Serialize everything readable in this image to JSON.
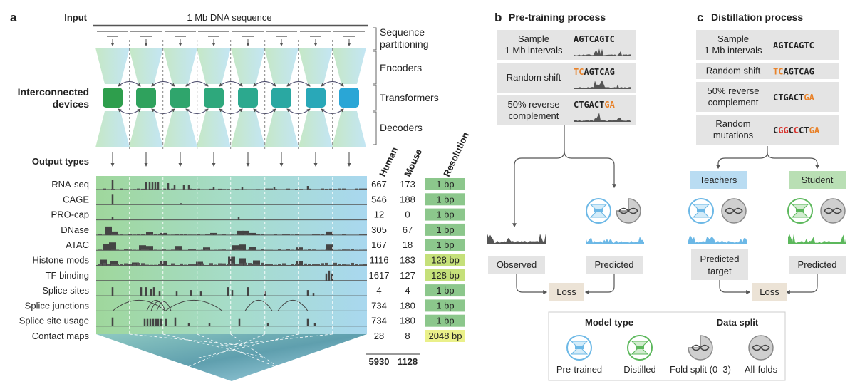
{
  "panel_a": {
    "letter": "a",
    "input_label": "Input",
    "dna_label": "1 Mb DNA sequence",
    "stages": [
      "Sequence",
      "partitioning",
      "Encoders",
      "Transformers",
      "Decoders"
    ],
    "devices_label": [
      "Interconnected",
      "devices"
    ],
    "device_colors": [
      "#2e9e4c",
      "#2fa25d",
      "#2fa56c",
      "#2ea87c",
      "#2ca98e",
      "#2aa8a2",
      "#29a8b8",
      "#2aa6d6"
    ],
    "output_types_label": "Output types",
    "col_headers": [
      "Human",
      "Mouse",
      "Resolution"
    ],
    "rows": [
      {
        "name": "RNA-seq",
        "human": "667",
        "mouse": "173",
        "res": "1 bp"
      },
      {
        "name": "CAGE",
        "human": "546",
        "mouse": "188",
        "res": "1 bp"
      },
      {
        "name": "PRO-cap",
        "human": "12",
        "mouse": "0",
        "res": "1 bp"
      },
      {
        "name": "DNase",
        "human": "305",
        "mouse": "67",
        "res": "1 bp"
      },
      {
        "name": "ATAC",
        "human": "167",
        "mouse": "18",
        "res": "1 bp"
      },
      {
        "name": "Histone mods",
        "human": "1116",
        "mouse": "183",
        "res": "128 bp"
      },
      {
        "name": "TF binding",
        "human": "1617",
        "mouse": "127",
        "res": "128 bp"
      },
      {
        "name": "Splice sites",
        "human": "4",
        "mouse": "4",
        "res": "1 bp"
      },
      {
        "name": "Splice junctions",
        "human": "734",
        "mouse": "180",
        "res": "1 bp"
      },
      {
        "name": "Splice site usage",
        "human": "734",
        "mouse": "180",
        "res": "1 bp"
      },
      {
        "name": "Contact maps",
        "human": "28",
        "mouse": "8",
        "res": "2048 bp"
      }
    ],
    "totals": {
      "human": "5930",
      "mouse": "1128"
    },
    "res_colors": {
      "1 bp": "#8cc78c",
      "128 bp": "#c5e07a",
      "2048 bp": "#eaf08a"
    }
  },
  "panel_b": {
    "letter": "b",
    "title": "Pre-training process",
    "steps": [
      {
        "label": [
          "Sample",
          "1 Mb intervals"
        ],
        "seq": [
          {
            "t": "AGTCAGTC",
            "c": "#222"
          }
        ]
      },
      {
        "label": [
          "Random shift"
        ],
        "seq": [
          {
            "t": "TC",
            "c": "#e8822a"
          },
          {
            "t": "AGTCAG",
            "c": "#222"
          }
        ]
      },
      {
        "label": [
          "50% reverse",
          "complement"
        ],
        "seq": [
          {
            "t": "CTGACT",
            "c": "#222"
          },
          {
            "t": "GA",
            "c": "#e8822a"
          }
        ]
      }
    ],
    "observed_label": "Observed",
    "predicted_label": "Predicted",
    "loss_label": "Loss"
  },
  "panel_c": {
    "letter": "c",
    "title": "Distillation process",
    "steps": [
      {
        "label": [
          "Sample",
          "1 Mb intervals"
        ],
        "seq": [
          {
            "t": "AGTCAGTC",
            "c": "#222"
          }
        ]
      },
      {
        "label": [
          "Random shift"
        ],
        "seq": [
          {
            "t": "TC",
            "c": "#e8822a"
          },
          {
            "t": "AGTCAG",
            "c": "#222"
          }
        ]
      },
      {
        "label": [
          "50% reverse",
          "complement"
        ],
        "seq": [
          {
            "t": "CTGACT",
            "c": "#222"
          },
          {
            "t": "GA",
            "c": "#e8822a"
          }
        ]
      },
      {
        "label": [
          "Random",
          "mutations"
        ],
        "seq": [
          {
            "t": "C",
            "c": "#222"
          },
          {
            "t": "GG",
            "c": "#d8322c"
          },
          {
            "t": "C",
            "c": "#222"
          },
          {
            "t": "C",
            "c": "#d8322c"
          },
          {
            "t": "CT",
            "c": "#222"
          },
          {
            "t": "GA",
            "c": "#e8822a"
          }
        ]
      }
    ],
    "teachers_label": "Teachers",
    "student_label": "Student",
    "predicted_target_label": [
      "Predicted",
      "target"
    ],
    "predicted_label": "Predicted",
    "loss_label": "Loss"
  },
  "legend": {
    "model_type_label": "Model type",
    "data_split_label": "Data split",
    "items": [
      "Pre-trained",
      "Distilled",
      "Fold split (0–3)",
      "All-folds"
    ]
  },
  "colors": {
    "pretrained": "#6cb8e6",
    "distilled": "#5cb85c",
    "step_box": "#e4e4e4",
    "loss_box": "#ece3d6",
    "teachers_box": "#b9dcf2",
    "student_box": "#b9dfb4"
  }
}
